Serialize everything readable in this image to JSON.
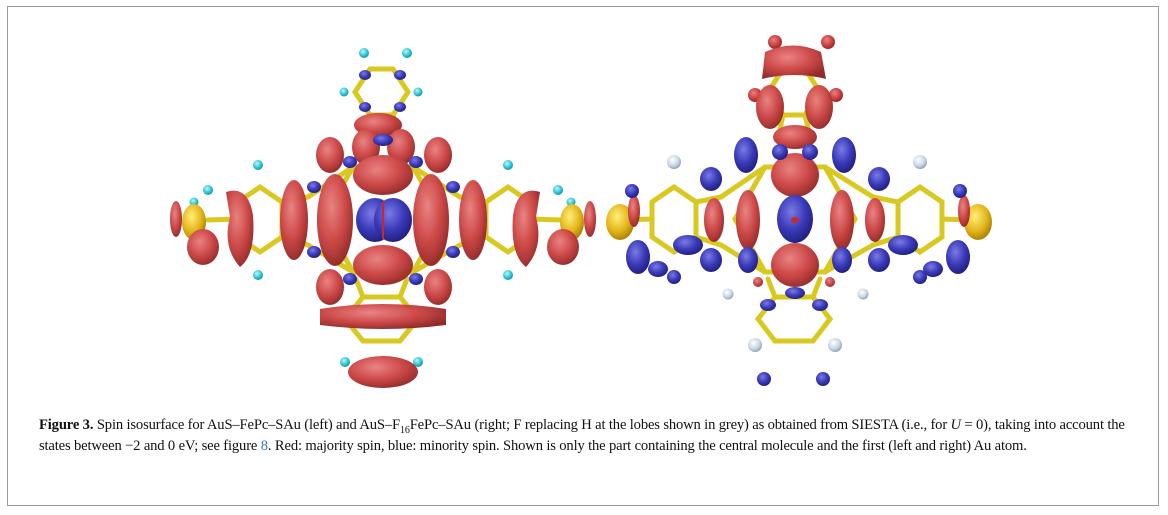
{
  "figure": {
    "label": "Figure 3.",
    "caption_part1": " Spin isosurface for AuS–FePc–SAu (left) and AuS–F",
    "caption_sub": "16",
    "caption_part2": "FePc–SAu (right; F replacing H at the lobes shown in grey) as obtained from SIESTA (i.e., for ",
    "caption_math_var": "U",
    "caption_math_rest": " = 0), taking into account the states between −2 and 0 eV; see figure ",
    "caption_link": "8",
    "caption_part3": ". Red: majority spin, blue: minority spin. Shown is only the part containing the central molecule and the first (left and right) Au atom.",
    "colors": {
      "majority_spin": "#cc4444",
      "minority_spin": "#3a3ab8",
      "bond": "#d8c820",
      "hydrogen": "#2bc6d6",
      "fluorine": "#c9d6e6",
      "gold": "#e3b418",
      "link": "#2f79c3"
    }
  }
}
